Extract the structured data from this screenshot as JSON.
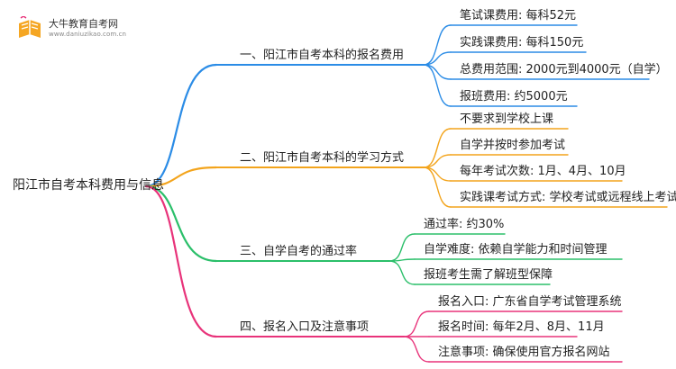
{
  "logo": {
    "title": "大牛教育自考网",
    "url": "www.daniuzikao.com.cn"
  },
  "root": {
    "label": "阳江市自考本科费用与信息"
  },
  "branches": [
    {
      "label": "一、阳江市自考本科的报名费用",
      "color": "#2b8ce6",
      "children": [
        "笔试课费用: 每科52元",
        "实践课费用: 每科150元",
        "总费用范围: 2000元到4000元（自学）",
        "报班费用: 约5000元"
      ]
    },
    {
      "label": "二、阳江市自考本科的学习方式",
      "color": "#f3a41c",
      "children": [
        "不要求到学校上课",
        "自学并按时参加考试",
        "每年考试次数: 1月、4月、10月",
        "实践课考试方式: 学校考试或远程线上考试"
      ]
    },
    {
      "label": "三、自学自考的通过率",
      "color": "#2bbf6a",
      "children": [
        "通过率: 约30%",
        "自学难度: 依赖自学能力和时间管理",
        "报班考生需了解班型保障"
      ]
    },
    {
      "label": "四、报名入口及注意事项",
      "color": "#e8337a",
      "children": [
        "报名入口: 广东省自学考试管理系统",
        "报名时间: 每年2月、8月、11月",
        "注意事项: 确保使用官方报名网站"
      ]
    }
  ]
}
